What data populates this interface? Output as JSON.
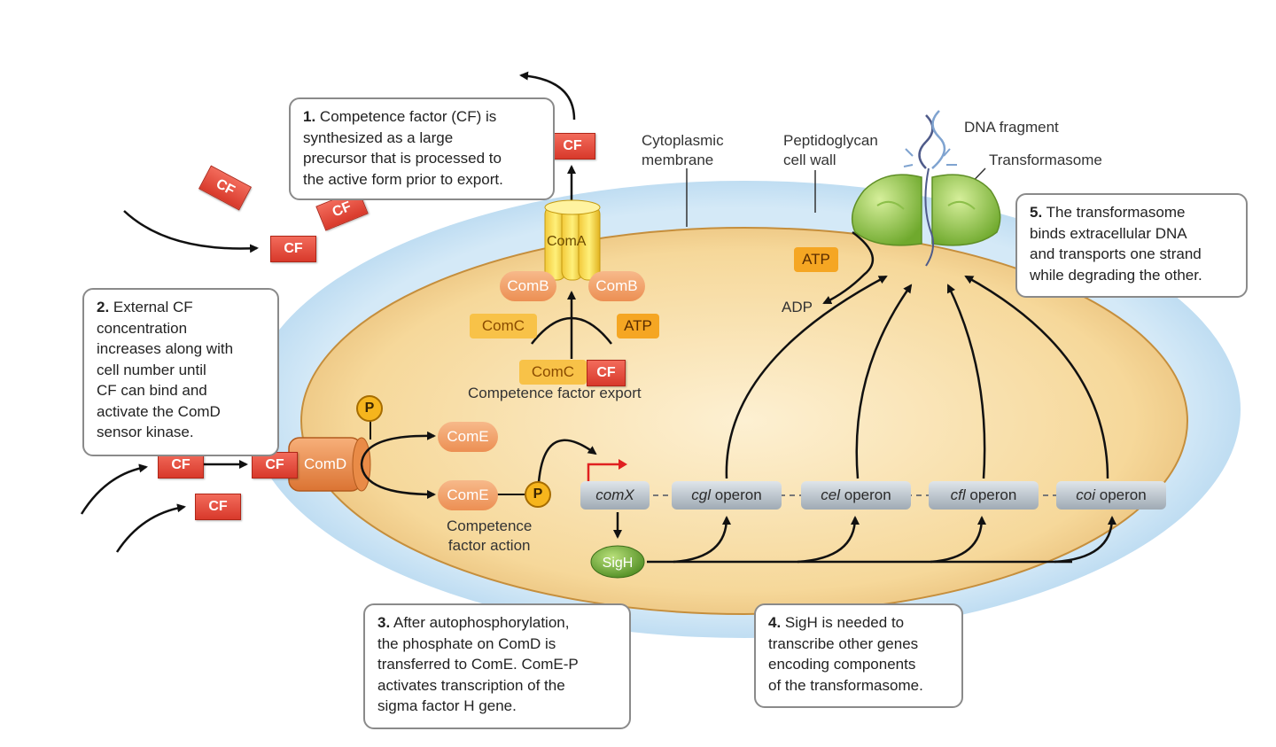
{
  "labels": {
    "cytoplasmic_membrane": [
      "Cytoplasmic",
      "membrane"
    ],
    "peptidoglycan": [
      "Peptidoglycan",
      "cell wall"
    ],
    "dna_fragment": "DNA fragment",
    "transformasome": "Transformasome",
    "atp": "ATP",
    "adp": "ADP",
    "competence_factor_export": "Competence factor export",
    "competence_factor_action": [
      "Competence",
      "factor action"
    ]
  },
  "molecules": {
    "cf": "CF",
    "coma": "ComA",
    "comb": "ComB",
    "comc": "ComC",
    "comd": "ComD",
    "come": "ComE",
    "atp": "ATP",
    "phosphate": "P",
    "sigh": "SigH"
  },
  "genes": [
    {
      "name": "comX",
      "suffix": ""
    },
    {
      "name": "cgl",
      "suffix": " operon"
    },
    {
      "name": "cel",
      "suffix": " operon"
    },
    {
      "name": "cfl",
      "suffix": " operon"
    },
    {
      "name": "coi",
      "suffix": " operon"
    }
  ],
  "steps": [
    {
      "num": "1.",
      "lines": [
        "Competence factor (CF) is",
        "synthesized as a large",
        "precursor that is processed to",
        "the active form prior to export."
      ]
    },
    {
      "num": "2.",
      "lines": [
        "External CF",
        "concentration",
        "increases along with",
        "cell number until",
        "CF can bind and",
        "activate the ComD",
        "sensor kinase."
      ]
    },
    {
      "num": "3.",
      "lines": [
        "After autophosphorylation,",
        "the phosphate on ComD is",
        "transferred to ComE. ComE-P",
        "activates transcription of the",
        "sigma factor H gene."
      ]
    },
    {
      "num": "4.",
      "lines": [
        "SigH is needed to",
        "transcribe other genes",
        "encoding components",
        "of the transformasome."
      ]
    },
    {
      "num": "5.",
      "lines": [
        "The transformasome",
        "binds extracellular DNA",
        "and transports one strand",
        "while degrading the other."
      ]
    }
  ],
  "colors": {
    "outer_cell": "#cfe6f6",
    "cytoplasm": "#f9dfa8",
    "cf": "#e44a3a",
    "transformasome": "#8cc63f",
    "sigh": "#6aa632"
  }
}
